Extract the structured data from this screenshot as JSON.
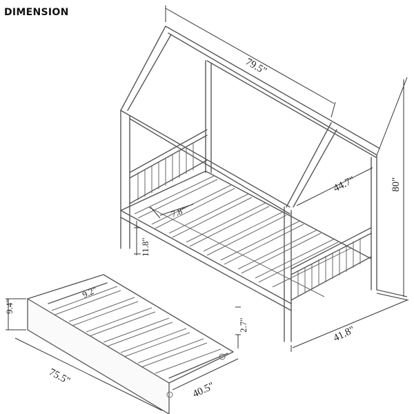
{
  "header": {
    "title": "DIMENSION"
  },
  "dimensions": {
    "overall_length": "79.5\"",
    "overall_height": "80\"",
    "overall_width": "41.8\"",
    "inner_width": "44.7\"",
    "slat_spacing": "7.8\"",
    "bed_clearance": "11.8\"",
    "trundle_length": "75.5\"",
    "trundle_width": "40.5\"",
    "trundle_panel_height": "9.4\"",
    "trundle_slat_spacing": "9.2\"",
    "trundle_clearance": "2.7\""
  }
}
